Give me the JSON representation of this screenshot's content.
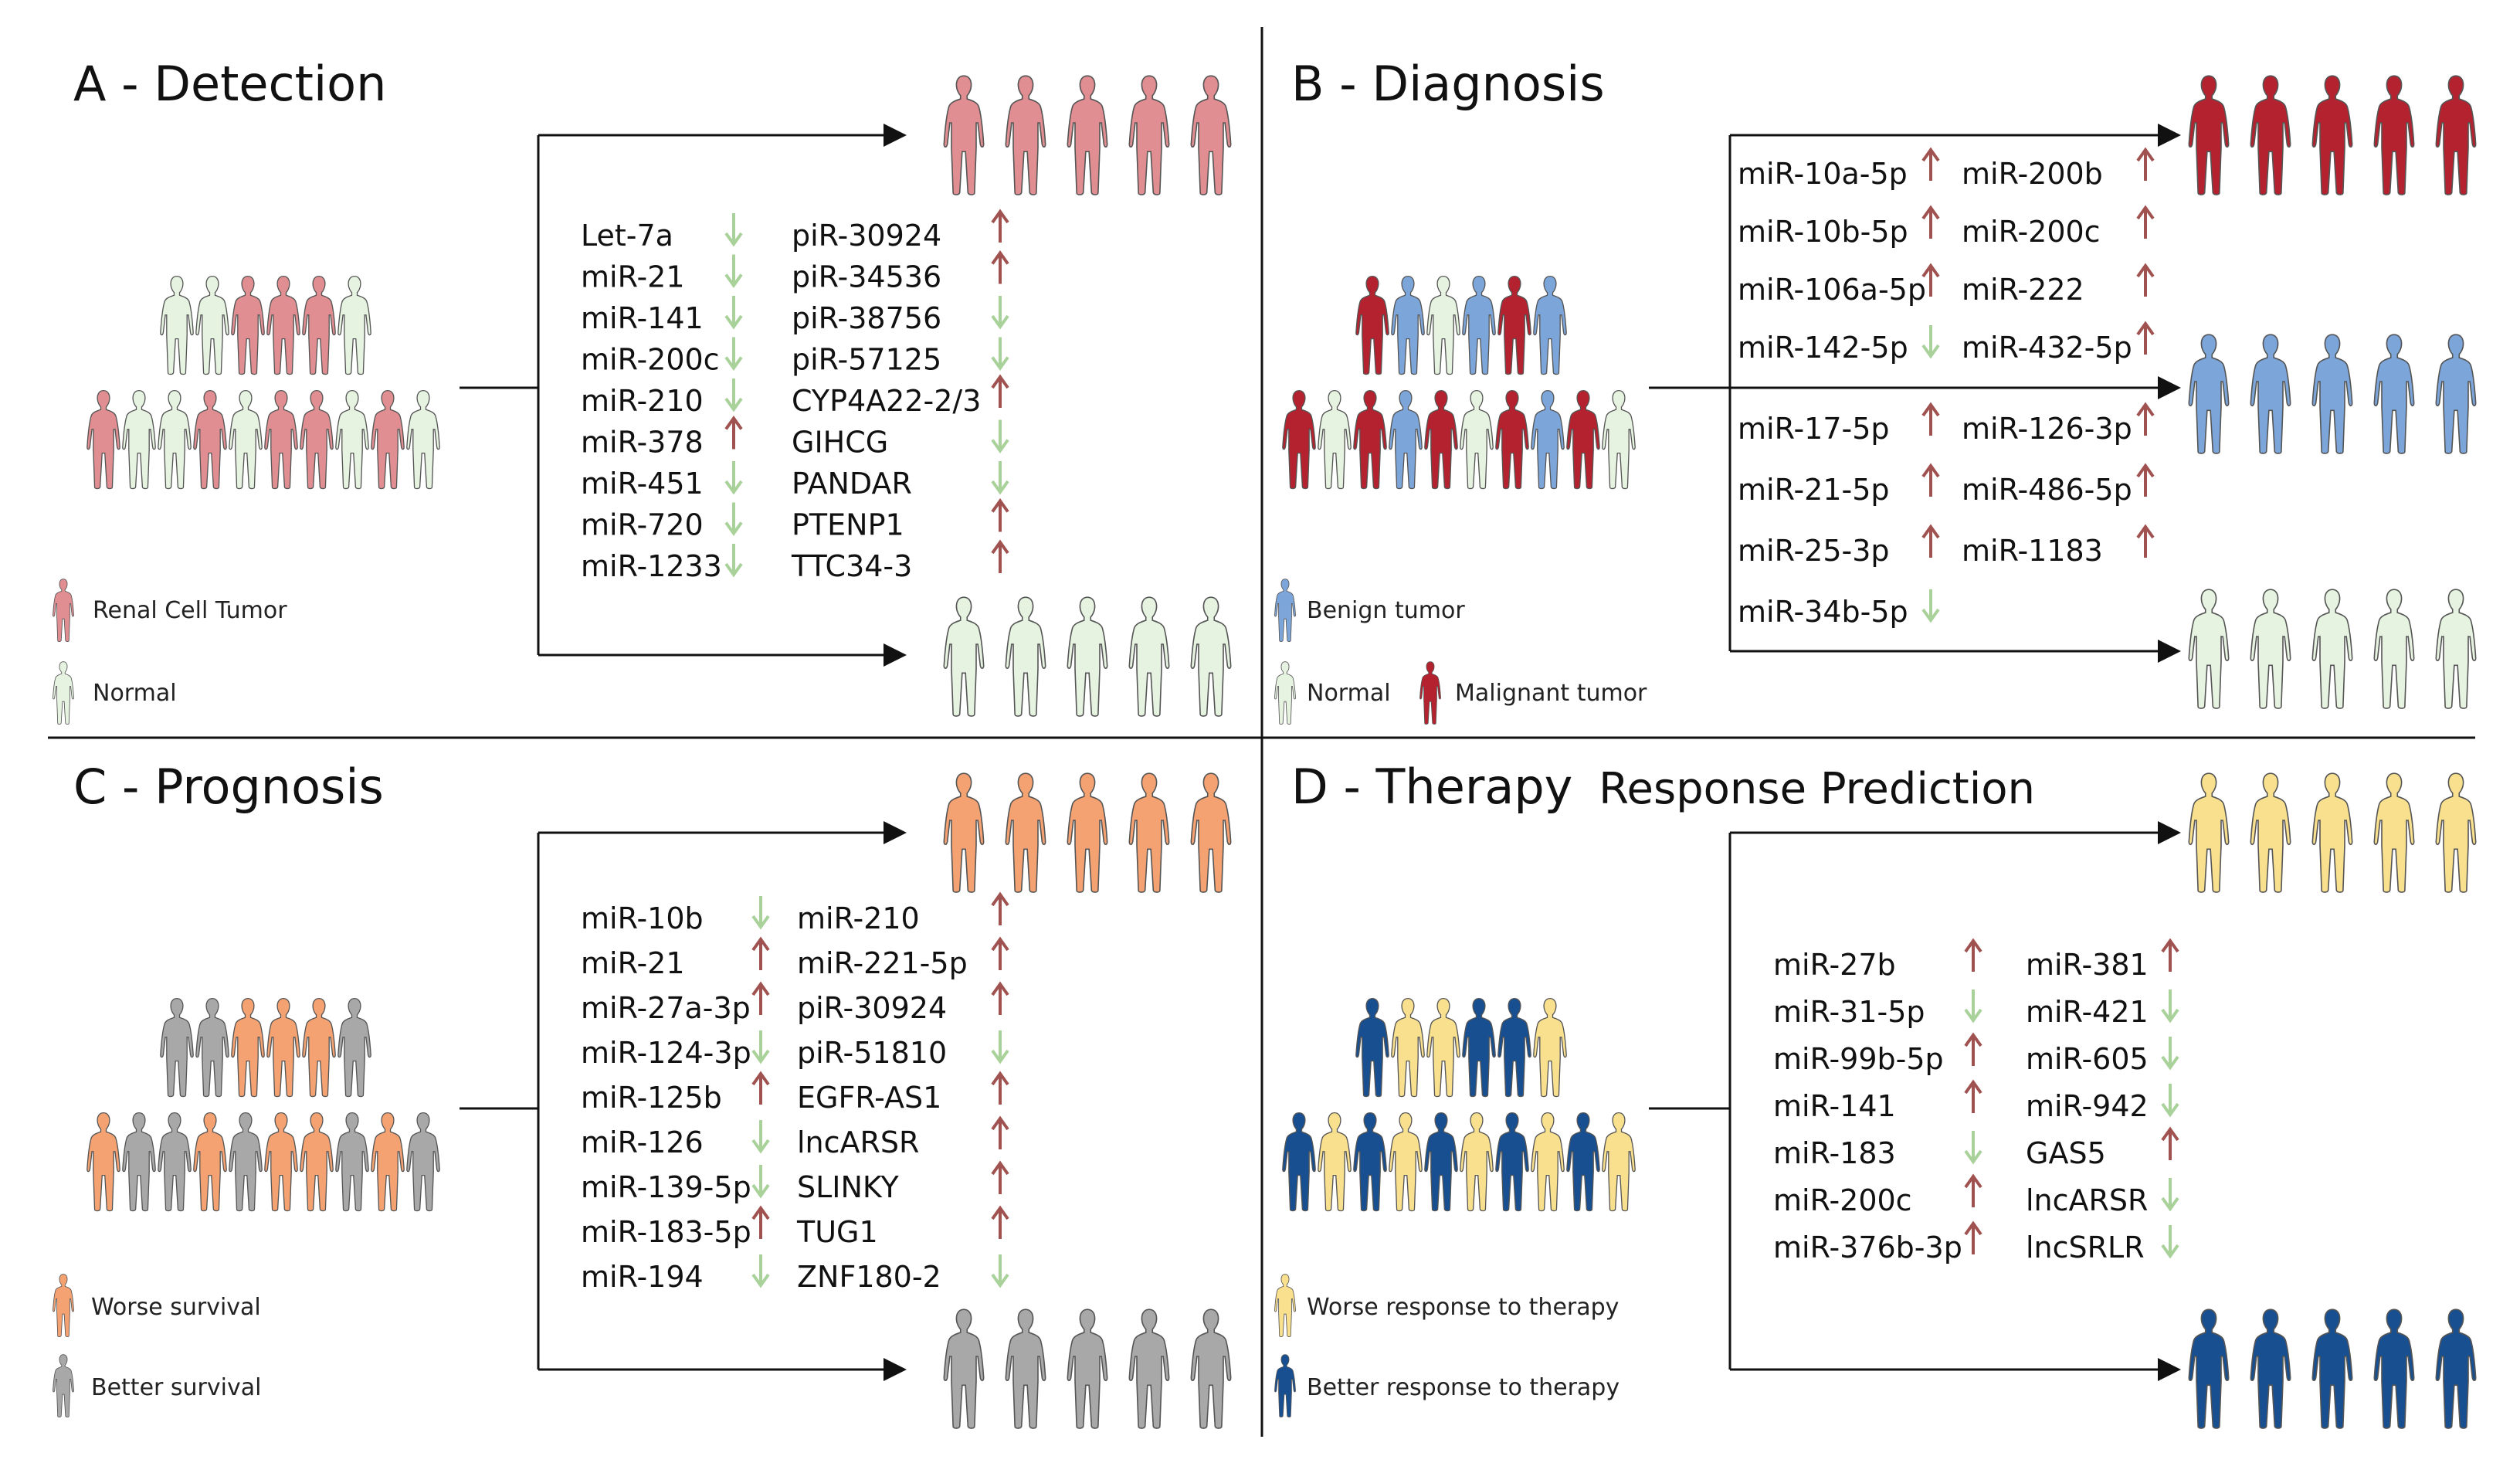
{
  "colors": {
    "up_arrow": "#a05250",
    "down_arrow": "#a9d19a",
    "line": "#111111"
  },
  "panels": [
    {
      "id": "A",
      "title": "A - Detection",
      "group_top": {
        "label": "Renal Cell Tumor",
        "color": "#e08e91"
      },
      "group_bottom": {
        "label": "Normal",
        "color": "#e6f3e0"
      },
      "crowd_pattern": [
        0,
        0,
        1,
        1,
        1,
        0,
        1,
        0,
        0,
        1,
        0,
        1,
        1,
        0,
        1,
        0,
        1
      ],
      "markers": [
        {
          "name": "Let-7a",
          "dir": "down"
        },
        {
          "name": "miR-21",
          "dir": "down"
        },
        {
          "name": "miR-141",
          "dir": "down"
        },
        {
          "name": "miR-200c",
          "dir": "down"
        },
        {
          "name": "miR-210",
          "dir": "down"
        },
        {
          "name": "miR-378",
          "dir": "up"
        },
        {
          "name": "miR-451",
          "dir": "down"
        },
        {
          "name": "miR-720",
          "dir": "down"
        },
        {
          "name": "miR-1233",
          "dir": "down"
        },
        {
          "name": "piR-30924",
          "dir": "up"
        },
        {
          "name": "piR-34536",
          "dir": "up"
        },
        {
          "name": "piR-38756",
          "dir": "down"
        },
        {
          "name": "piR-57125",
          "dir": "down"
        },
        {
          "name": "CYP4A22-2/3",
          "dir": "up"
        },
        {
          "name": "GIHCG",
          "dir": "down"
        },
        {
          "name": "PANDAR",
          "dir": "down"
        },
        {
          "name": "PTENP1",
          "dir": "up"
        },
        {
          "name": "TTC34-3",
          "dir": "up"
        }
      ]
    },
    {
      "id": "B",
      "title": "B - Diagnosis",
      "group_top": {
        "label": "Malignant tumor",
        "color": "#b5222f"
      },
      "group_mid": {
        "label": "Benign tumor",
        "color": "#7ca5da"
      },
      "group_bottom": {
        "label": "Normal",
        "color": "#e6f3e0"
      },
      "markers_top": [
        {
          "name": "miR-10a-5p",
          "dir": "up"
        },
        {
          "name": "miR-10b-5p",
          "dir": "up"
        },
        {
          "name": "miR-106a-5p",
          "dir": "up"
        },
        {
          "name": "miR-142-5p",
          "dir": "down"
        },
        {
          "name": "miR-200b",
          "dir": "up"
        },
        {
          "name": "miR-200c",
          "dir": "up"
        },
        {
          "name": "miR-222",
          "dir": "up"
        },
        {
          "name": "miR-432-5p",
          "dir": "up"
        }
      ],
      "markers_bottom": [
        {
          "name": "miR-17-5p",
          "dir": "up"
        },
        {
          "name": "miR-21-5p",
          "dir": "up"
        },
        {
          "name": "miR-25-3p",
          "dir": "up"
        },
        {
          "name": "miR-34b-5p",
          "dir": "down"
        },
        {
          "name": "miR-126-3p",
          "dir": "up"
        },
        {
          "name": "miR-486-5p",
          "dir": "up"
        },
        {
          "name": "miR-1183",
          "dir": "up"
        }
      ]
    },
    {
      "id": "C",
      "title": "C - Prognosis",
      "group_top": {
        "label": "Worse survival",
        "color": "#f5a272"
      },
      "group_bottom": {
        "label": "Better survival",
        "color": "#a8a8a8"
      },
      "markers": [
        {
          "name": "miR-10b",
          "dir": "down"
        },
        {
          "name": "miR-21",
          "dir": "up"
        },
        {
          "name": "miR-27a-3p",
          "dir": "up"
        },
        {
          "name": "miR-124-3p",
          "dir": "down"
        },
        {
          "name": "miR-125b",
          "dir": "up"
        },
        {
          "name": "miR-126",
          "dir": "down"
        },
        {
          "name": "miR-139-5p",
          "dir": "down"
        },
        {
          "name": "miR-183-5p",
          "dir": "up"
        },
        {
          "name": "miR-194",
          "dir": "down"
        },
        {
          "name": "miR-210",
          "dir": "up"
        },
        {
          "name": "miR-221-5p",
          "dir": "up"
        },
        {
          "name": "piR-30924",
          "dir": "up"
        },
        {
          "name": "piR-51810",
          "dir": "down"
        },
        {
          "name": "EGFR-AS1",
          "dir": "up"
        },
        {
          "name": "lncARSR",
          "dir": "up"
        },
        {
          "name": "SLINKY",
          "dir": "up"
        },
        {
          "name": "TUG1",
          "dir": "up"
        },
        {
          "name": "ZNF180-2",
          "dir": "down"
        }
      ]
    },
    {
      "id": "D",
      "title_main": "D - Therapy",
      "title_rest": "Response Prediction",
      "group_top": {
        "label": "Worse response to therapy",
        "color": "#f8e08e"
      },
      "group_bottom": {
        "label": "Better response to therapy",
        "color": "#184f90"
      },
      "markers": [
        {
          "name": "miR-27b",
          "dir": "up"
        },
        {
          "name": "miR-31-5p",
          "dir": "down"
        },
        {
          "name": "miR-99b-5p",
          "dir": "up"
        },
        {
          "name": "miR-141",
          "dir": "up"
        },
        {
          "name": "miR-183",
          "dir": "down"
        },
        {
          "name": "miR-200c",
          "dir": "up"
        },
        {
          "name": "miR-376b-3p",
          "dir": "up"
        },
        {
          "name": "miR-381",
          "dir": "up"
        },
        {
          "name": "miR-421",
          "dir": "down"
        },
        {
          "name": "miR-605",
          "dir": "down"
        },
        {
          "name": "miR-942",
          "dir": "down"
        },
        {
          "name": "GAS5",
          "dir": "up"
        },
        {
          "name": "lncARSR",
          "dir": "down"
        },
        {
          "name": "lncSRLR",
          "dir": "down"
        }
      ]
    }
  ]
}
